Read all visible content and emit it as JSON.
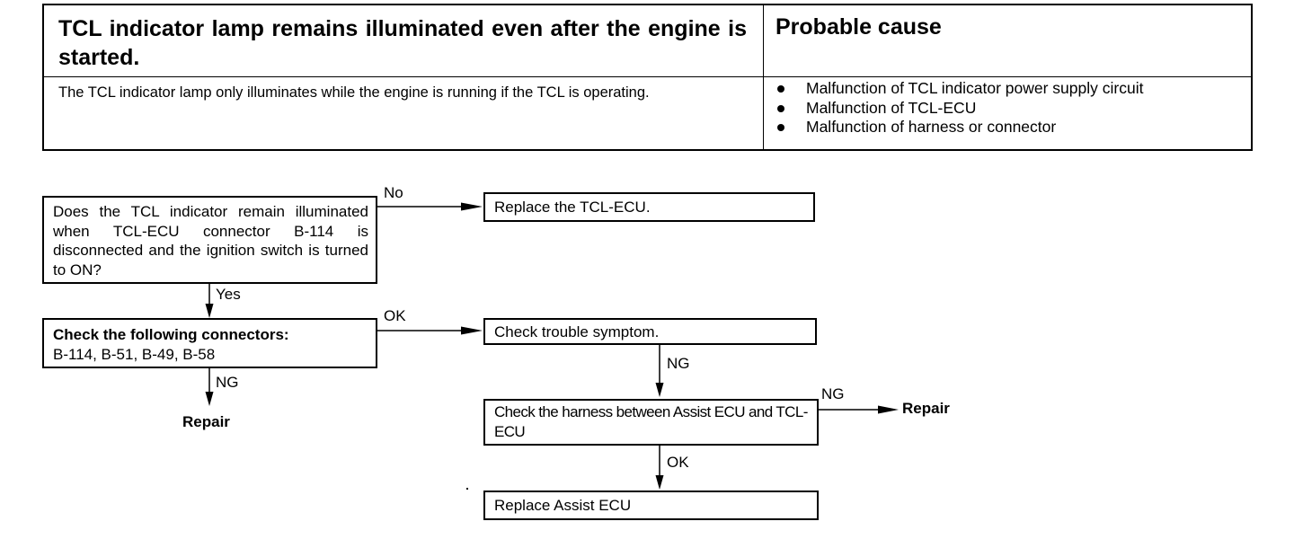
{
  "symptom_table": {
    "title": "TCL indicator lamp remains illuminated even after the engine is started.",
    "comment": "The TCL indicator lamp only illuminates while the engine is running if the TCL is operating.",
    "cause_header": "Probable cause",
    "causes": [
      "Malfunction of TCL indicator power supply circuit",
      "Malfunction of TCL-ECU",
      "Malfunction of harness or connector"
    ]
  },
  "flowchart": {
    "q1": "Does the TCL indicator remain illuminated when TCL-ECU connector B-114 is disconnected and the ignition switch is turned to ON?",
    "q1_no_label": "No",
    "replace_tcl_ecu": "Replace the TCL-ECU.",
    "q1_yes_label": "Yes",
    "check_connectors_title": "Check the following connectors:",
    "check_connectors_list": "B-114, B-51, B-49, B-58",
    "connectors_ok_label": "OK",
    "connectors_ng_label": "NG",
    "repair_left": "Repair",
    "check_symptom": "Check trouble symptom.",
    "symptom_ng_label": "NG",
    "check_harness": "Check the harness between Assist ECU and TCL-ECU",
    "harness_ng_label": "NG",
    "repair_right": "Repair",
    "harness_ok_label": "OK",
    "replace_assist_ecu": "Replace Assist ECU"
  }
}
